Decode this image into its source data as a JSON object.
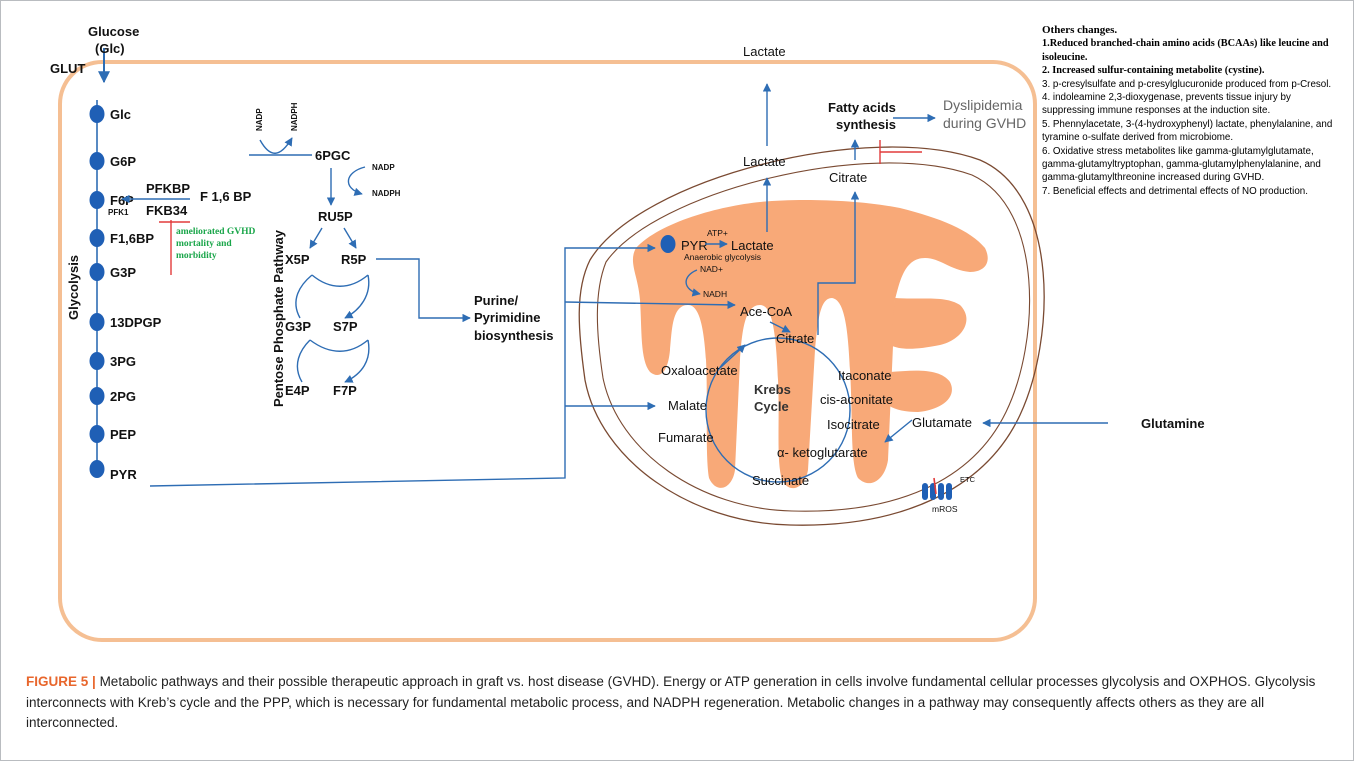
{
  "figure": {
    "label": "FIGURE 5 |",
    "caption": "Metabolic pathways and their possible therapeutic approach in graft vs. host disease (GVHD). Energy or ATP generation in cells involve fundamental cellular processes glycolysis and OXPHOS. Glycolysis interconnects with Kreb’s cycle and the PPP, which is necessary for fundamental metabolic process, and NADPH regeneration. Metabolic changes in a pathway may consequently affects others as they are all interconnected."
  },
  "colors": {
    "cell_border": "#f5bf93",
    "mito": "#f8a978",
    "arrow": "#2e6db4",
    "node": "#1f5fb5",
    "inhibit": "#e23b3b",
    "green_text": "#1aa64a"
  },
  "glycolysis": {
    "glucose_line1": "Glucose",
    "glucose_line2": "(Glc)",
    "transporter": "GLUT",
    "axis_label": "Glycolysis",
    "nodes": [
      "Glc",
      "G6P",
      "F6P",
      "F1,6BP",
      "G3P",
      "13DPGP",
      "3PG",
      "2PG",
      "PEP",
      "PYR"
    ],
    "pfk1": "PFK1",
    "pfkbp": "PFKBP",
    "fkb34": "FKB34",
    "f16bp": "F 1,6 BP",
    "ameliorated": [
      "ameliorated GVHD",
      "mortality and",
      "morbidity"
    ]
  },
  "ppp": {
    "axis_label": "Pentose Phosphate Pathway",
    "nadp1": "NADP",
    "nadph1": "NADPH",
    "pgc": "6PGC",
    "nadp2": "NADP",
    "nadph2": "NADPH",
    "ru5p": "RU5P",
    "x5p": "X5P",
    "r5p": "R5P",
    "g3p": "G3P",
    "s7p": "S7P",
    "e4p": "E4P",
    "f7p": "F7P"
  },
  "purine": [
    "Purine/",
    "Pyrimidine",
    "biosynthesis"
  ],
  "mito": {
    "pyr": "PYR",
    "atp": "ATP+",
    "lactate": "Lactate",
    "anaerobic": "Anaerobic glycolysis",
    "nad": "NAD+",
    "nadh": "NADH",
    "acecoa": "Ace-CoA",
    "citrate": "Citrate",
    "krebs1": "Krebs",
    "krebs2": "Cycle",
    "oxaloacetate": "Oxaloacetate",
    "itaconate": "Itaconate",
    "malate": "Malate",
    "cisaconitate": "cis-aconitate",
    "fumarate": "Fumarate",
    "isocitrate": "Isocitrate",
    "glutamate": "Glutamate",
    "ketoglutarate": "α- ketoglutarate",
    "succinate": "Succinate",
    "etc": "ETC",
    "mros": "mROS"
  },
  "top": {
    "lactate_top": "Lactate",
    "lactate_mid": "Lactate",
    "fatty1": "Fatty acids",
    "fatty2": "synthesis",
    "citrate_out": "Citrate",
    "dys1": "Dyslipidemia",
    "dys2": "during GVHD",
    "glutamine": "Glutamine"
  },
  "notes": {
    "title": "Others changes.",
    "items": [
      "1.Reduced branched-chain amino acids (BCAAs) like leucine and isoleucine.",
      "2. Increased sulfur-containing metabolite (cystine).",
      "3. p-cresylsulfate and p-cresylglucuronide produced from p-Cresol.",
      "4. indoleamine 2,3-dioxygenase, prevents tissue injury by suppressing immune responses at the induction site.",
      "5. Phennylacetate, 3-(4-hydroxyphenyl) lactate, phenylalanine, and tyramine o-sulfate derived from microbiome.",
      "6. Oxidative stress metabolites like gamma-glutamylglutamate, gamma-glutamyltryptophan, gamma-glutamylphenylalanine, and gamma-glutamylthreonine increased during GVHD.",
      "7. Beneficial effects  and detrimental effects of NO production."
    ]
  }
}
